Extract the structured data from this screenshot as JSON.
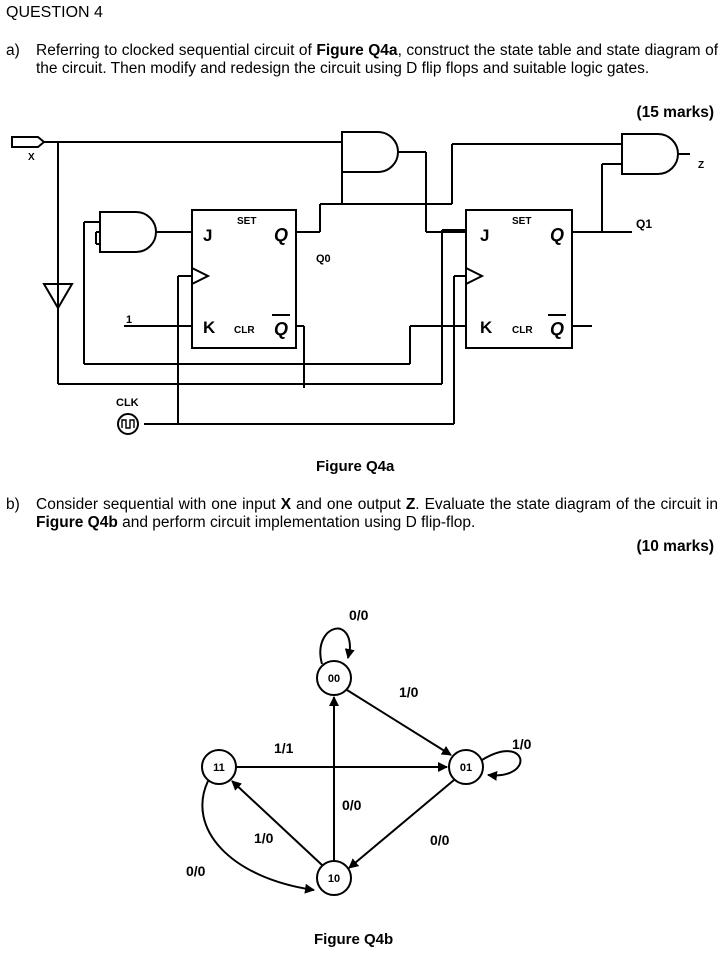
{
  "question": {
    "title": "QUESTION 4",
    "part_a": {
      "label": "a)",
      "text_1": "Referring to clocked sequential circuit of ",
      "figure_ref": "Figure Q4a",
      "text_2": ", construct the state table and state diagram of the circuit. Then modify and redesign the circuit using D flip flops and suitable logic gates.",
      "marks": "(15 marks)"
    },
    "part_b": {
      "label": "b)",
      "text_1": "Consider sequential with one input ",
      "input_var": "X",
      "text_2": " and one output ",
      "output_var": "Z",
      "text_3": ". Evaluate the state diagram of the circuit in ",
      "figure_ref": "Figure Q4b",
      "text_4": " and perform circuit implementation using D flip-flop.",
      "marks": "(10 marks)"
    }
  },
  "figure_q4a": {
    "caption": "Figure Q4a",
    "labels": {
      "input_x": "X",
      "output_z": "Z",
      "q0": "Q0",
      "q1": "Q1",
      "clk": "CLK",
      "const_one": "1"
    },
    "flipflop_1": {
      "j": "J",
      "k": "K",
      "set": "SET",
      "clr": "CLR",
      "q": "Q",
      "qbar": "Q"
    },
    "flipflop_2": {
      "j": "J",
      "k": "K",
      "set": "SET",
      "clr": "CLR",
      "q": "Q",
      "qbar": "Q"
    }
  },
  "figure_q4b": {
    "caption": "Figure Q4b",
    "states": [
      "00",
      "01",
      "10",
      "11"
    ],
    "transitions": {
      "s00_self": "0/0",
      "s00_to_01": "1/0",
      "s01_self": "1/0",
      "s01_to_10": "0/0",
      "s10_to_00": "0/0",
      "s10_to_11": "1/0",
      "s11_to_01": "1/1",
      "s11_to_10": "0/0"
    }
  }
}
